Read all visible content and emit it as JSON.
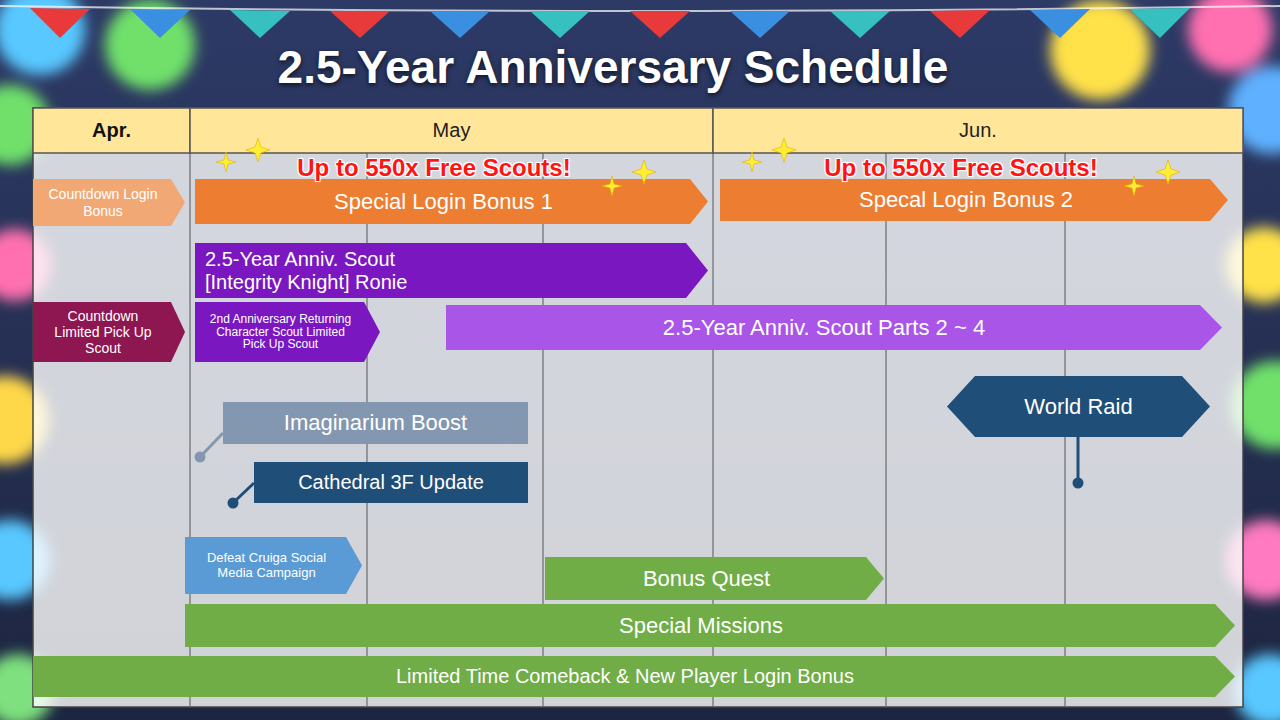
{
  "diagram": {
    "title": "2.5-Year Anniversary Schedule",
    "nodes": [
      {
        "text": [
          "Apr."
        ]
      },
      {
        "text": [
          "May"
        ]
      },
      {
        "text": [
          "Jun."
        ]
      },
      {
        "text": [
          "Countdown Login Bonus"
        ]
      },
      {
        "text": [
          "Special Login Bonus 1"
        ]
      },
      {
        "text": [
          "Specal Login Bonus 2"
        ]
      },
      {
        "text": [
          "2.5-Year Anniv. Scout [Integrity Knight] Ronie"
        ]
      },
      {
        "text": [
          "Countdown Limited Pick Up Scout"
        ]
      },
      {
        "text": [
          "2nd Anniversary Returning Character Scout Limited Pick Up Scout"
        ]
      },
      {
        "text": [
          "2.5-Year Anniv. Scout Parts 2 ~ 4"
        ]
      },
      {
        "text": [
          "World Raid"
        ]
      },
      {
        "text": [
          "Imaginarium Boost"
        ]
      },
      {
        "text": [
          "Cathedral 3F Update"
        ]
      },
      {
        "text": [
          "Defeat Cruiga Social Media Campaign"
        ]
      },
      {
        "text": [
          "Bonus Quest"
        ]
      },
      {
        "text": [
          "Special Missions"
        ]
      },
      {
        "text": [
          "Limited Time Comeback & New Player Login Bonus"
        ]
      }
    ],
    "labels": [
      "Up to 550x Free Scouts!",
      "Up to 550x Free Scouts!"
    ]
  }
}
